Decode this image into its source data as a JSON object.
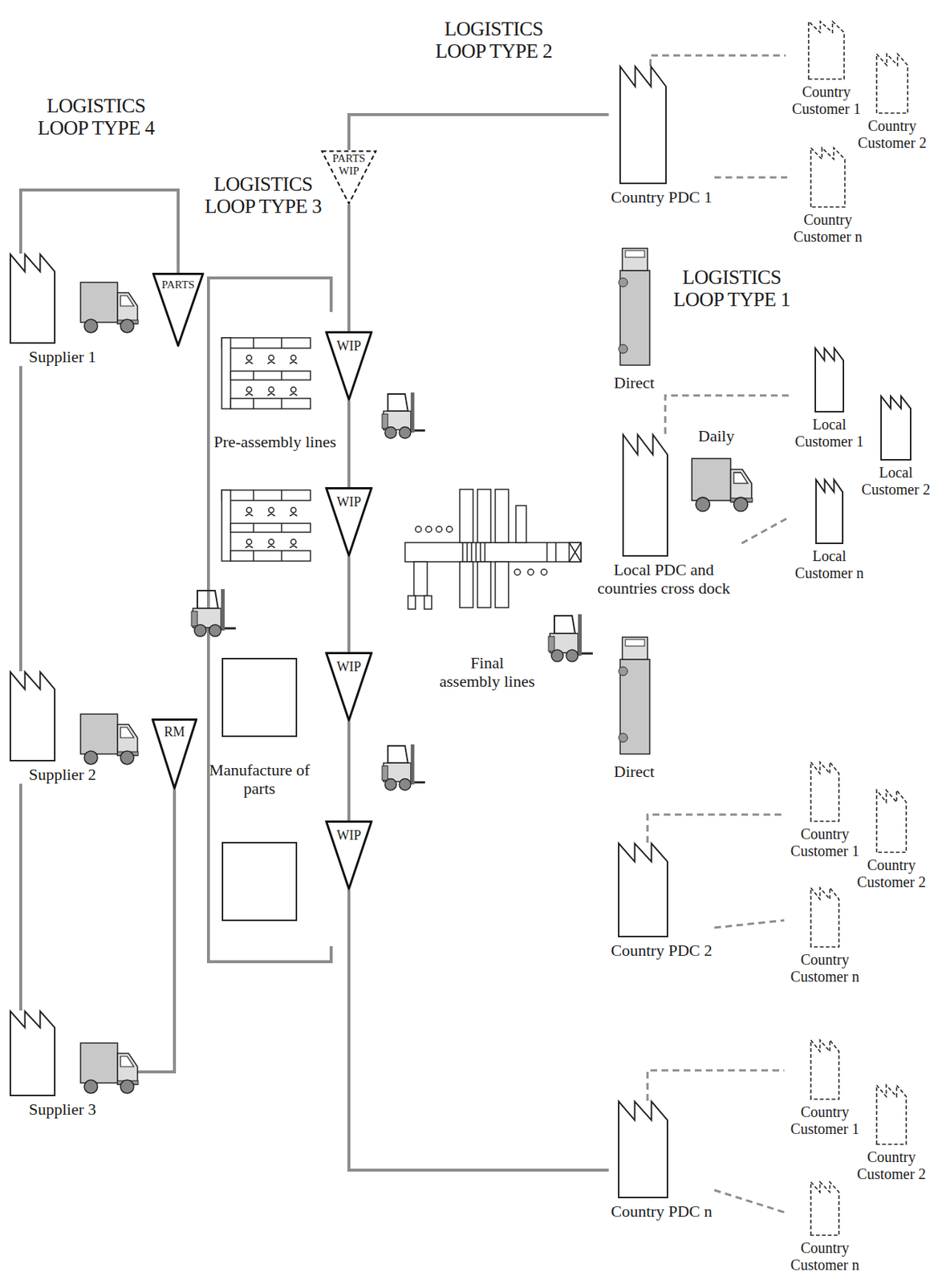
{
  "diagram": {
    "nodes": [
      {
        "text": [
          "Supplier 1"
        ]
      },
      {
        "text": [
          "PARTS"
        ]
      },
      {
        "text": [
          "Supplier 2"
        ]
      },
      {
        "text": [
          "RM"
        ]
      },
      {
        "text": [
          "Supplier 3"
        ]
      },
      {
        "text": [
          "PARTS WIP"
        ]
      },
      {
        "text": [
          "WIP"
        ]
      },
      {
        "text": [
          "WIP"
        ]
      },
      {
        "text": [
          "WIP"
        ]
      },
      {
        "text": [
          "WIP"
        ]
      },
      {
        "text": [
          "Country PDC 1"
        ]
      },
      {
        "text": [
          "Country Customer 1"
        ]
      },
      {
        "text": [
          "Country Customer 2"
        ]
      },
      {
        "text": [
          "Country Customer n"
        ]
      },
      {
        "text": [
          "Local PDC and countries cross dock"
        ]
      },
      {
        "text": [
          "Local Customer 1"
        ]
      },
      {
        "text": [
          "Local Customer 2"
        ]
      },
      {
        "text": [
          "Local Customer n"
        ]
      },
      {
        "text": [
          "Country PDC 2"
        ]
      },
      {
        "text": [
          "Country Customer 1"
        ]
      },
      {
        "text": [
          "Country Customer 2"
        ]
      },
      {
        "text": [
          "Country Customer n"
        ]
      },
      {
        "text": [
          "Country PDC n"
        ]
      },
      {
        "text": [
          "Country Customer 1"
        ]
      },
      {
        "text": [
          "Country Customer 2"
        ]
      },
      {
        "text": [
          "Country Customer n"
        ]
      }
    ],
    "edges": [
      {
        "from": 0,
        "to": 1,
        "arrow": "none"
      },
      {
        "from": 0,
        "to": 2,
        "arrow": "none"
      },
      {
        "from": 2,
        "to": 4,
        "arrow": "none"
      },
      {
        "from": 4,
        "to": 3,
        "arrow": "none"
      },
      {
        "from": 5,
        "to": 6,
        "arrow": "none"
      },
      {
        "from": 6,
        "to": 7,
        "arrow": "none"
      },
      {
        "from": 7,
        "to": 8,
        "arrow": "none"
      },
      {
        "from": 8,
        "to": 9,
        "arrow": "none"
      },
      {
        "from": 9,
        "to": 22,
        "arrow": "none"
      },
      {
        "from": 5,
        "to": 10,
        "arrow": "none"
      },
      {
        "from": 10,
        "to": 11,
        "arrow": "none"
      },
      {
        "from": 10,
        "to": 13,
        "arrow": "none"
      },
      {
        "from": 14,
        "to": 15,
        "arrow": "none"
      },
      {
        "from": 14,
        "to": 17,
        "arrow": "none"
      },
      {
        "from": 18,
        "to": 19,
        "arrow": "none"
      },
      {
        "from": 18,
        "to": 21,
        "arrow": "none"
      },
      {
        "from": 22,
        "to": 23,
        "arrow": "none"
      },
      {
        "from": 22,
        "to": 25,
        "arrow": "none"
      }
    ],
    "labels": [
      "LOGISTICS LOOP TYPE 4",
      "LOGISTICS LOOP TYPE 3",
      "LOGISTICS LOOP TYPE 2",
      "LOGISTICS LOOP TYPE 1",
      "Pre-assembly lines",
      "Manufacture of parts",
      "Final assembly lines",
      "Direct",
      "Daily",
      "Direct"
    ]
  }
}
